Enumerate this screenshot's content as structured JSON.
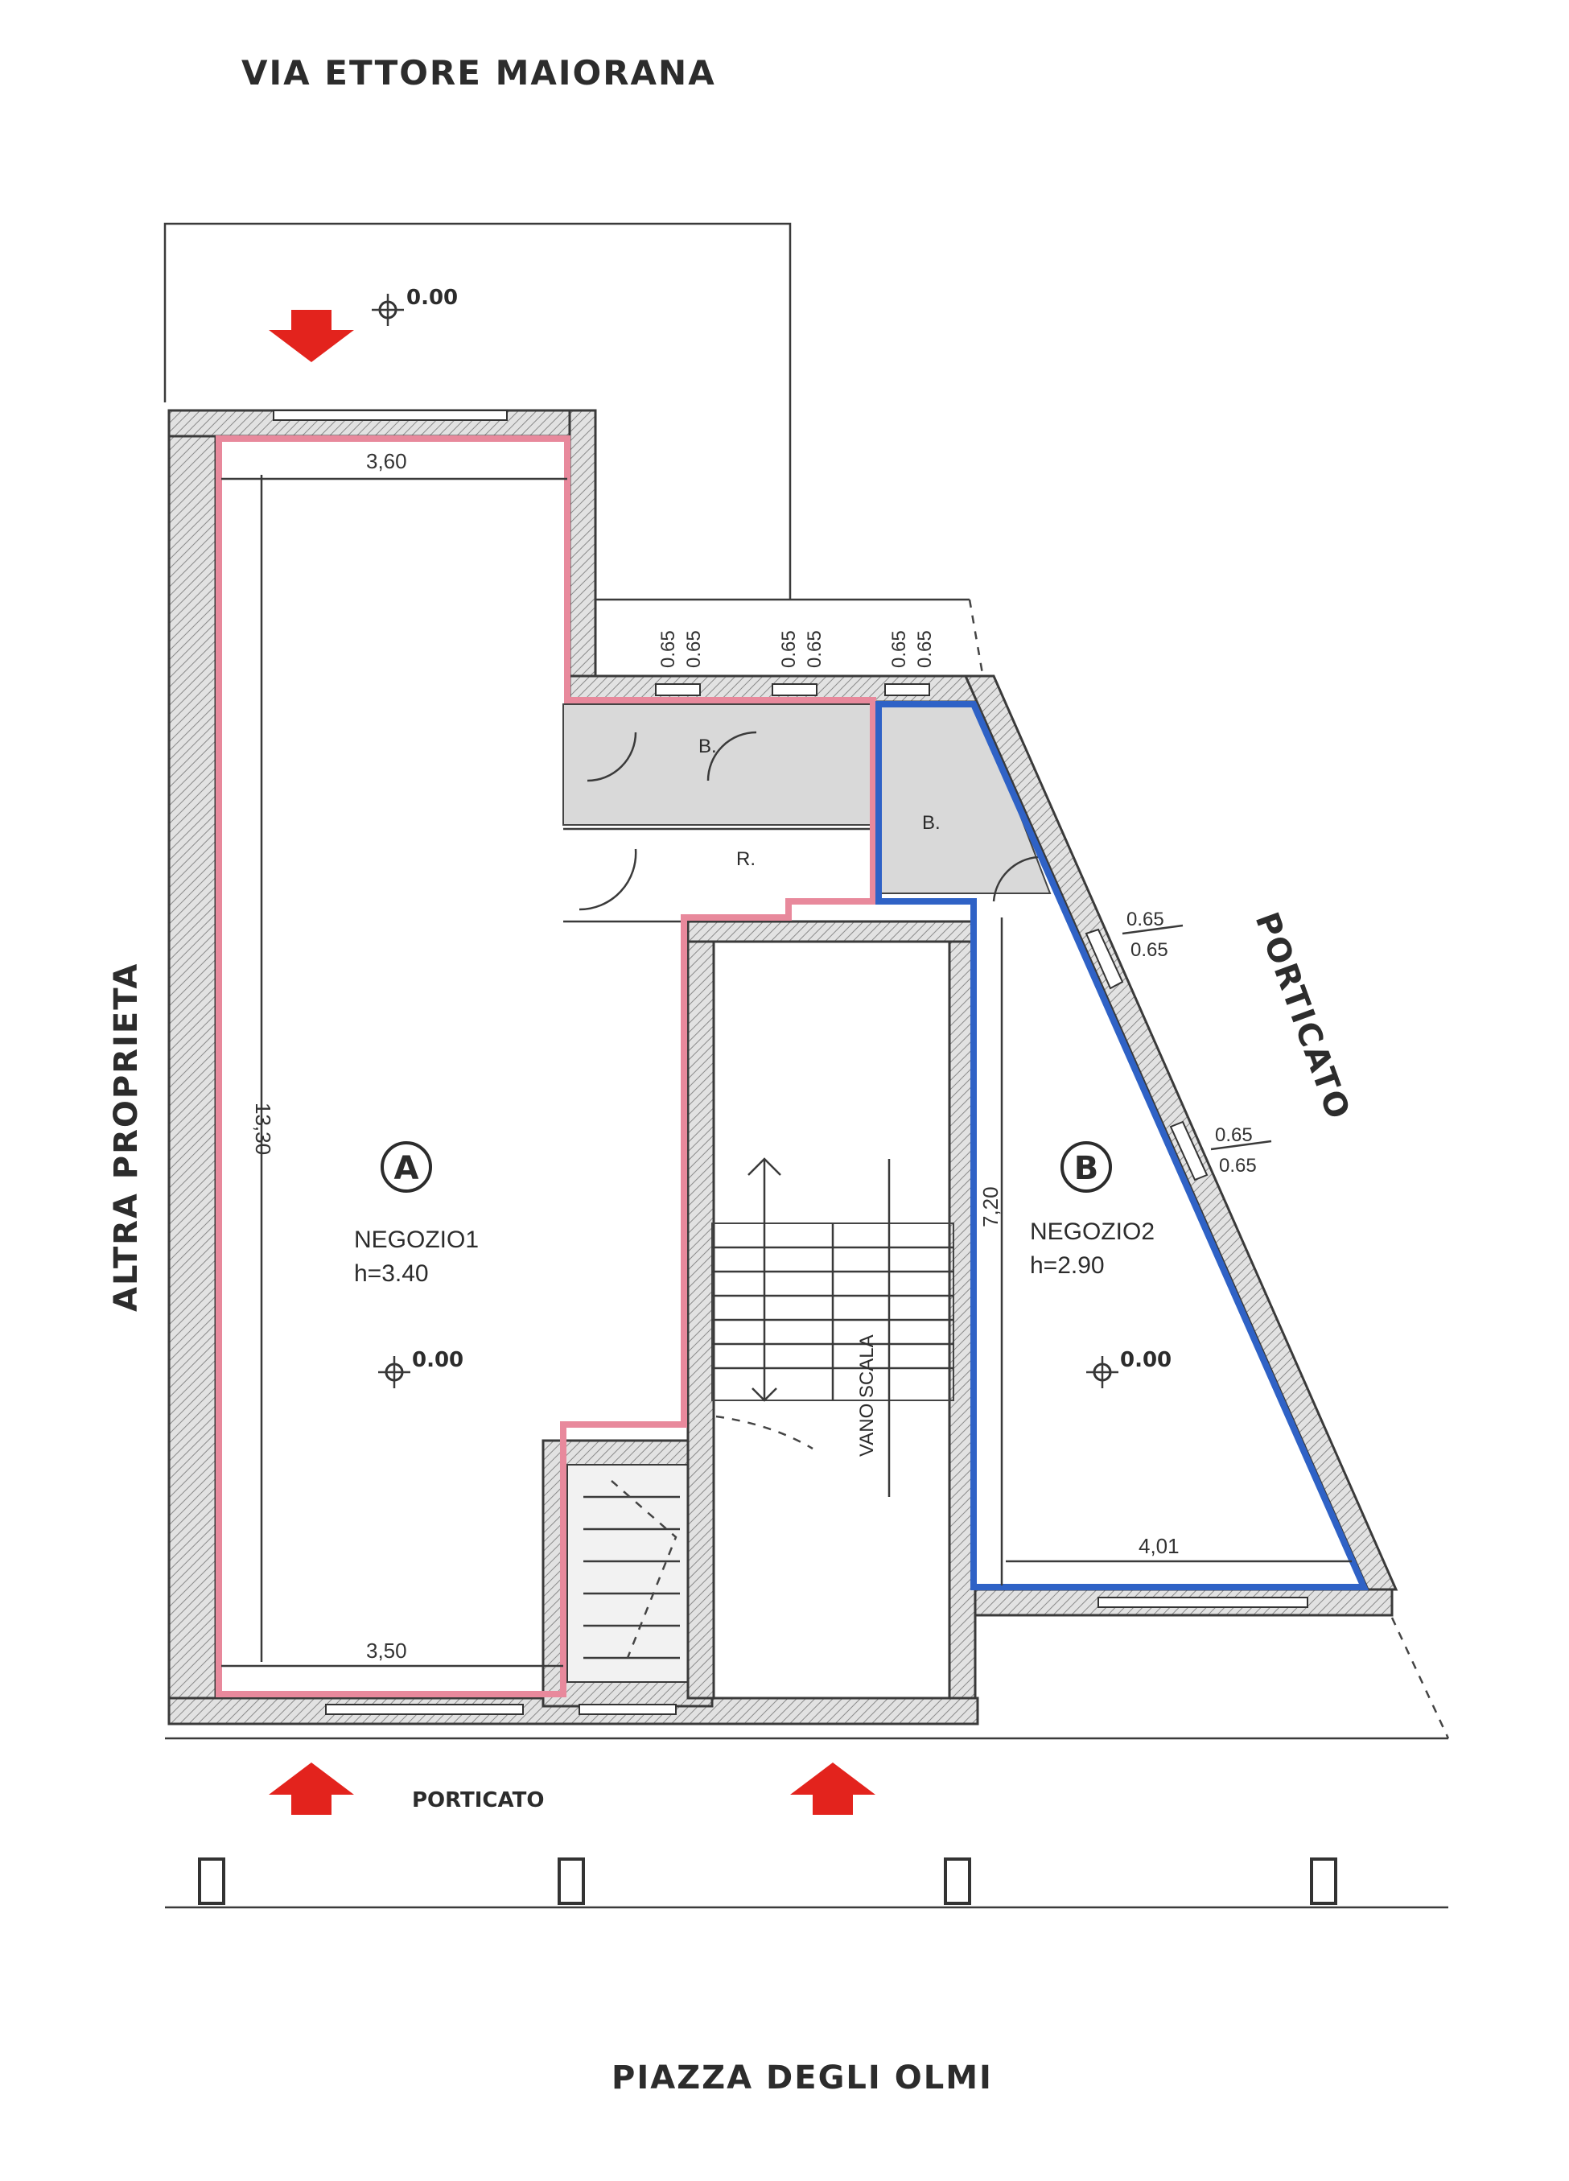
{
  "streets": {
    "north": "VIA ETTORE MAIORANA",
    "south": "PIAZZA DEGLI OLMI",
    "west": "ALTRA PROPRIETA",
    "east": "PORTICATO",
    "south_arcade": "PORTICATO"
  },
  "levels": [
    "0.00",
    "0.00",
    "0.00"
  ],
  "unit_a": {
    "badge": "A",
    "name": "NEGOZIO1",
    "height": "h=3.40",
    "dim_top": "3,60",
    "dim_bottom": "3,50",
    "dim_side": "13,30",
    "outline_color": "#e8899c"
  },
  "unit_b": {
    "badge": "B",
    "name": "NEGOZIO2",
    "height": "h=2.90",
    "dim_bottom": "4,01",
    "dim_side": "7,20",
    "outline_color": "#2f62c6"
  },
  "rooms": {
    "bath_a": "B.",
    "storage": "R.",
    "bath_b": "B.",
    "stairwell": "VANO SCALA"
  },
  "window_dims": {
    "top1_a": "0.65",
    "top1_b": "0.65",
    "top2_a": "0.65",
    "top2_b": "0.65",
    "top3_a": "0.65",
    "top3_b": "0.65",
    "diag1_a": "0.65",
    "diag1_b": "0.65",
    "diag2_a": "0.65",
    "diag2_b": "0.65"
  },
  "arrow_color": "#e3231d"
}
